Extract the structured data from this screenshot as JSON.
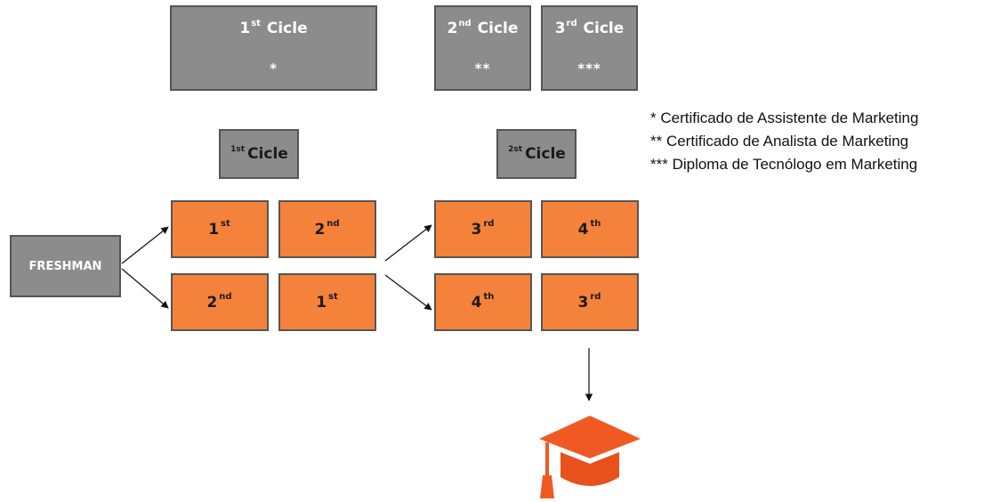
{
  "top_cycles": [
    {
      "num": "1",
      "sup": "st",
      "word": "Cicle",
      "stars": "*"
    },
    {
      "num": "2",
      "sup": "nd",
      "word": "Cicle",
      "stars": "**"
    },
    {
      "num": "3",
      "sup": "rd",
      "word": "Cicle",
      "stars": "***"
    }
  ],
  "mid_cycles": [
    {
      "sup": "1st",
      "word": "Cicle"
    },
    {
      "sup": "2st",
      "word": "Cicle"
    }
  ],
  "start": {
    "label": "FRESHMAN"
  },
  "terms": [
    {
      "num": "1",
      "sup": "st"
    },
    {
      "num": "2",
      "sup": "nd"
    },
    {
      "num": "2",
      "sup": "nd"
    },
    {
      "num": "1",
      "sup": "st"
    },
    {
      "num": "3",
      "sup": "rd"
    },
    {
      "num": "4",
      "sup": "th"
    },
    {
      "num": "4",
      "sup": "th"
    },
    {
      "num": "3",
      "sup": "rd"
    }
  ],
  "legend": [
    "* Certificado de Assistente de Marketing",
    "** Certificado de Analista de Marketing",
    "*** Diploma de Tecnólogo em Marketing"
  ],
  "colors": {
    "gray": "#8c8c8c",
    "orange": "#f5823a",
    "cap": "#f05a22"
  },
  "icons": {
    "graduation": "graduation-cap-icon"
  }
}
